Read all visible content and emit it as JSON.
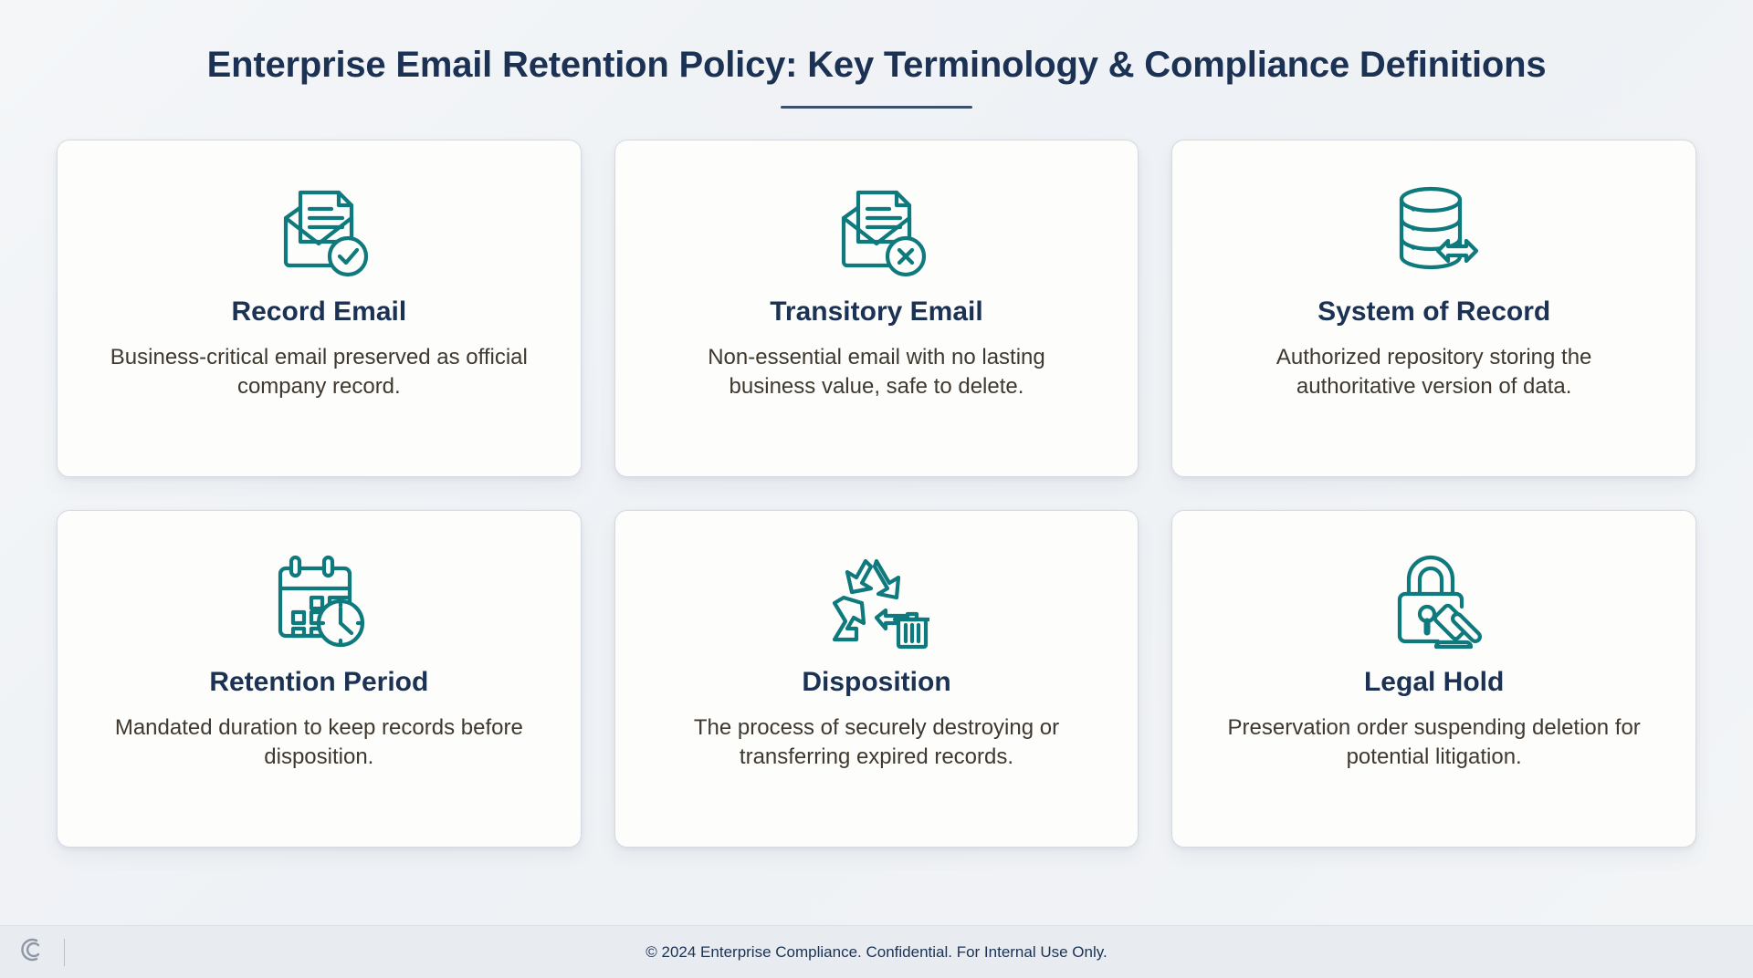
{
  "header": {
    "title": "Enterprise Email Retention Policy: Key Terminology & Compliance Definitions",
    "accent_rule_color": "#3c4f6b"
  },
  "theme": {
    "background": "#f1f4f7",
    "card_background": "#fdfdfb",
    "card_border": "#d5dae2",
    "title_color": "#1b3255",
    "body_color": "#3f382f",
    "icon_color": "#0f7a7d",
    "footer_background": "#e8ebef"
  },
  "cards": [
    {
      "icon": "record-email-icon",
      "title": "Record Email",
      "description": "Business-critical email preserved as official company record."
    },
    {
      "icon": "transitory-email-icon",
      "title": "Transitory Email",
      "description": "Non-essential email with no lasting business value, safe to delete."
    },
    {
      "icon": "database-exchange-icon",
      "title": "System of Record",
      "description": "Authorized repository storing the authoritative version of data."
    },
    {
      "icon": "calendar-clock-icon",
      "title": "Retention Period",
      "description": "Mandated duration to keep records before disposition."
    },
    {
      "icon": "recycle-trash-icon",
      "title": "Disposition",
      "description": "The process of securely destroying or transferring expired records."
    },
    {
      "icon": "lock-gavel-icon",
      "title": "Legal Hold",
      "description": "Preservation order suspending deletion for potential litigation."
    }
  ],
  "footer": {
    "logo": "double-c-logo",
    "text": "© 2024 Enterprise Compliance. Confidential. For Internal Use Only."
  }
}
